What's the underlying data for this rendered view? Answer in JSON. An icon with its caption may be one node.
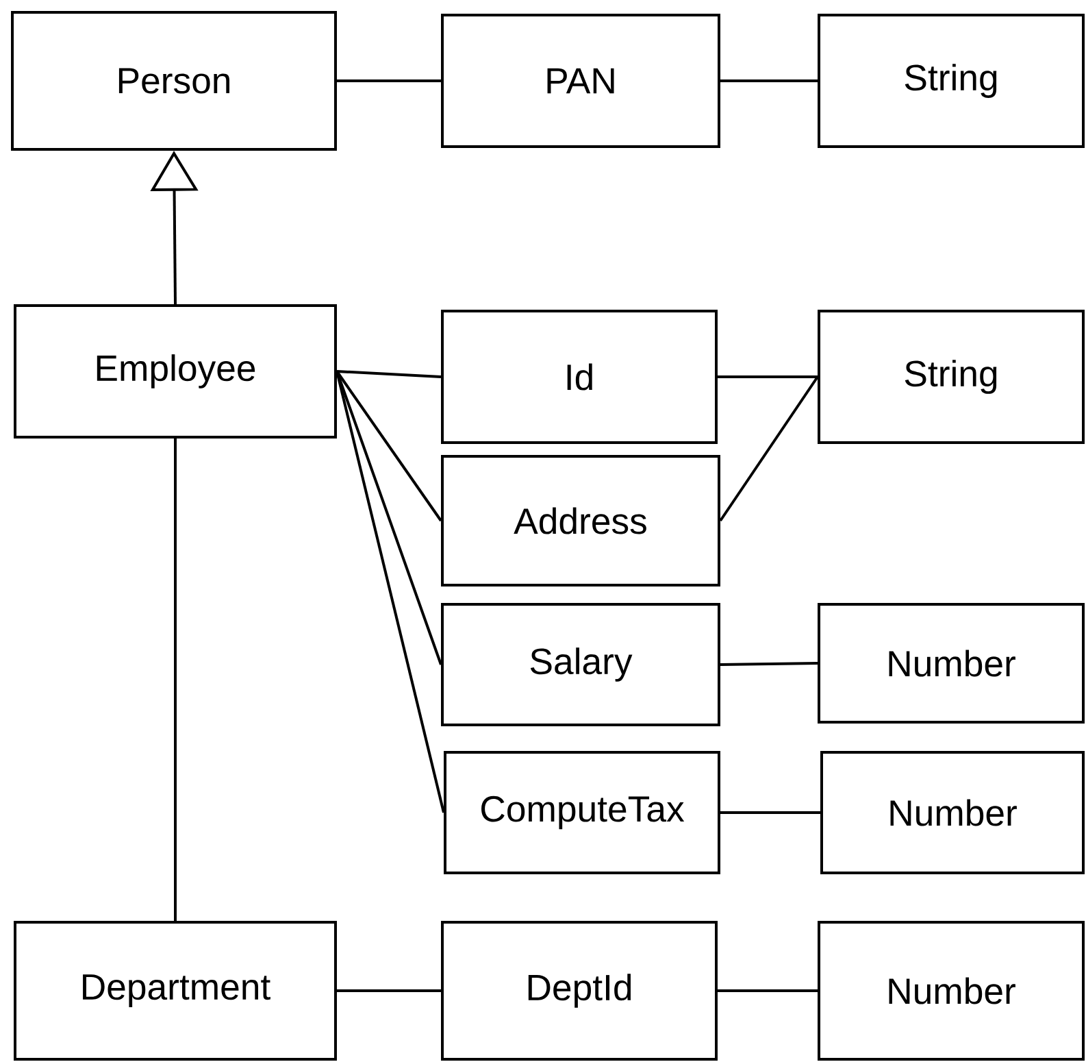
{
  "diagram": {
    "nodes": [
      {
        "text": [
          "Person"
        ]
      },
      {
        "text": [
          "PAN"
        ]
      },
      {
        "text": [
          "String"
        ]
      },
      {
        "text": [
          "Employee"
        ]
      },
      {
        "text": [
          "Id"
        ]
      },
      {
        "text": [
          "String"
        ]
      },
      {
        "text": [
          "Address"
        ]
      },
      {
        "text": [
          "Salary"
        ]
      },
      {
        "text": [
          "Number"
        ]
      },
      {
        "text": [
          "ComputeTax"
        ]
      },
      {
        "text": [
          "Number"
        ]
      },
      {
        "text": [
          "Department"
        ]
      },
      {
        "text": [
          "DeptId"
        ]
      },
      {
        "text": [
          "Number"
        ]
      }
    ],
    "edges": [
      {
        "from": 0,
        "to": 1,
        "arrow": "none"
      },
      {
        "from": 1,
        "to": 2,
        "arrow": "none"
      },
      {
        "from": 3,
        "to": 0,
        "arrow": "to"
      },
      {
        "from": 3,
        "to": 4,
        "arrow": "none"
      },
      {
        "from": 4,
        "to": 5,
        "arrow": "none"
      },
      {
        "from": 3,
        "to": 6,
        "arrow": "none"
      },
      {
        "from": 6,
        "to": 5,
        "arrow": "none"
      },
      {
        "from": 3,
        "to": 7,
        "arrow": "none"
      },
      {
        "from": 7,
        "to": 8,
        "arrow": "none"
      },
      {
        "from": 3,
        "to": 9,
        "arrow": "none"
      },
      {
        "from": 9,
        "to": 10,
        "arrow": "none"
      },
      {
        "from": 3,
        "to": 11,
        "arrow": "none"
      },
      {
        "from": 11,
        "to": 12,
        "arrow": "none"
      },
      {
        "from": 12,
        "to": 13,
        "arrow": "none"
      }
    ]
  }
}
